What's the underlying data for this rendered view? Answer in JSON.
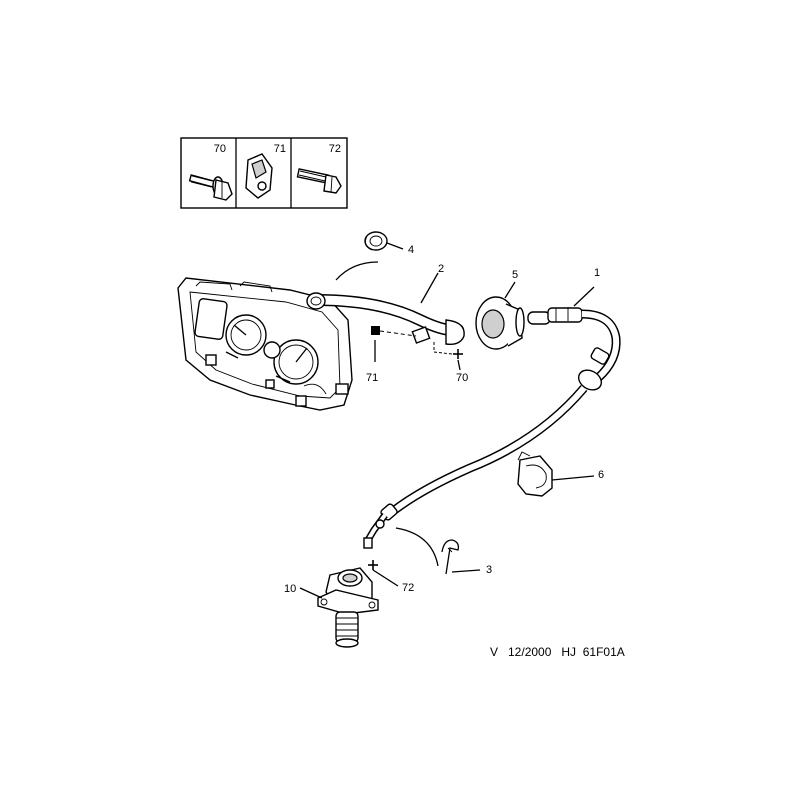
{
  "legend_box": {
    "items": [
      {
        "id": "bolt-washer",
        "label": "70"
      },
      {
        "id": "clip-nut",
        "label": "71"
      },
      {
        "id": "bolt",
        "label": "72"
      }
    ]
  },
  "callouts": {
    "p1": "1",
    "p2": "2",
    "p3": "3",
    "p4": "4",
    "p5": "5",
    "p6": "6",
    "p10": "10",
    "p70": "70",
    "p71": "71",
    "p72": "72"
  },
  "footer": {
    "code": "V   12/2000   HJ  61F01A"
  }
}
